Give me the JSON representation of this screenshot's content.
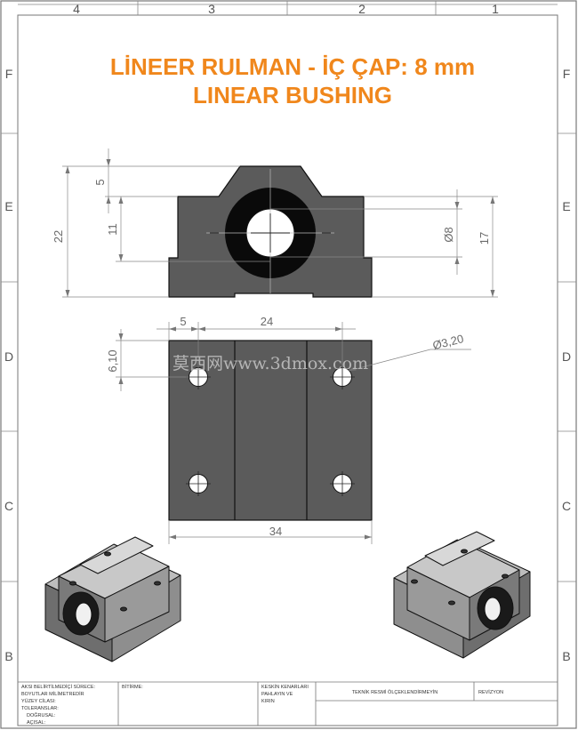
{
  "title": {
    "line1": "LİNEER RULMAN - İÇ ÇAP: 8 mm",
    "line2": "LINEAR BUSHING"
  },
  "frame": {
    "columns": [
      "4",
      "3",
      "2",
      "1"
    ],
    "rows": [
      "F",
      "E",
      "D",
      "C",
      "B"
    ]
  },
  "front_view": {
    "dims": {
      "top_offset": "5",
      "mid_height": "11",
      "total_height": "22",
      "bore": "Ø8",
      "center_height": "17"
    }
  },
  "top_view": {
    "dims": {
      "edge_offset": "5",
      "hole_spacing": "24",
      "hole_offset_y": "6,10",
      "hole_dia": "Ø3,20",
      "length": "34"
    }
  },
  "watermark": "莫西网www.3dmox.com",
  "title_block": {
    "left_labels": [
      "AKSI BELİRTİLMEDİÇİ SÜRECE:",
      "BOYUTLAR MİLİMETREDİR",
      "YÜZEY CİLASI:",
      "TOLERANSLAR:",
      "DOĞRUSAL:",
      "AÇISAL:"
    ],
    "finish_label": "BİTİRME:",
    "deburr_labels": [
      "KESKİN KENARLARI",
      "PAHLAYIN VE",
      "KIRIN"
    ],
    "drawing_note": "TEKNİK RESMİ ÖLÇEKLENDİRMEYİN",
    "revision_label": "REVİZYON"
  }
}
